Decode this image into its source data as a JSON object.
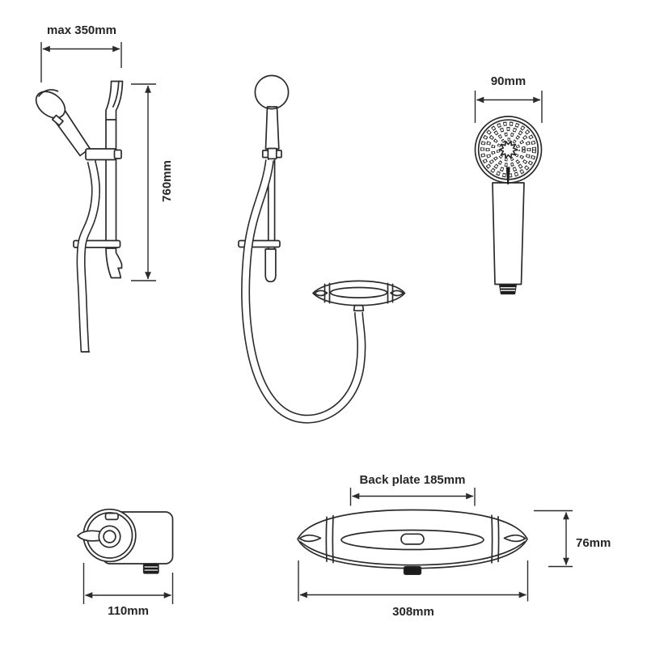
{
  "colors": {
    "background": "#ffffff",
    "line": "#2b2b2b",
    "text": "#262626",
    "dark_fill": "#1b1b1b"
  },
  "labels": {
    "rail_max_width": "max 350mm",
    "rail_height": "760mm",
    "handset_diameter": "90mm",
    "valve_depth": "110mm",
    "valve_back_plate": "Back plate 185mm",
    "valve_width": "308mm",
    "valve_height": "76mm"
  }
}
